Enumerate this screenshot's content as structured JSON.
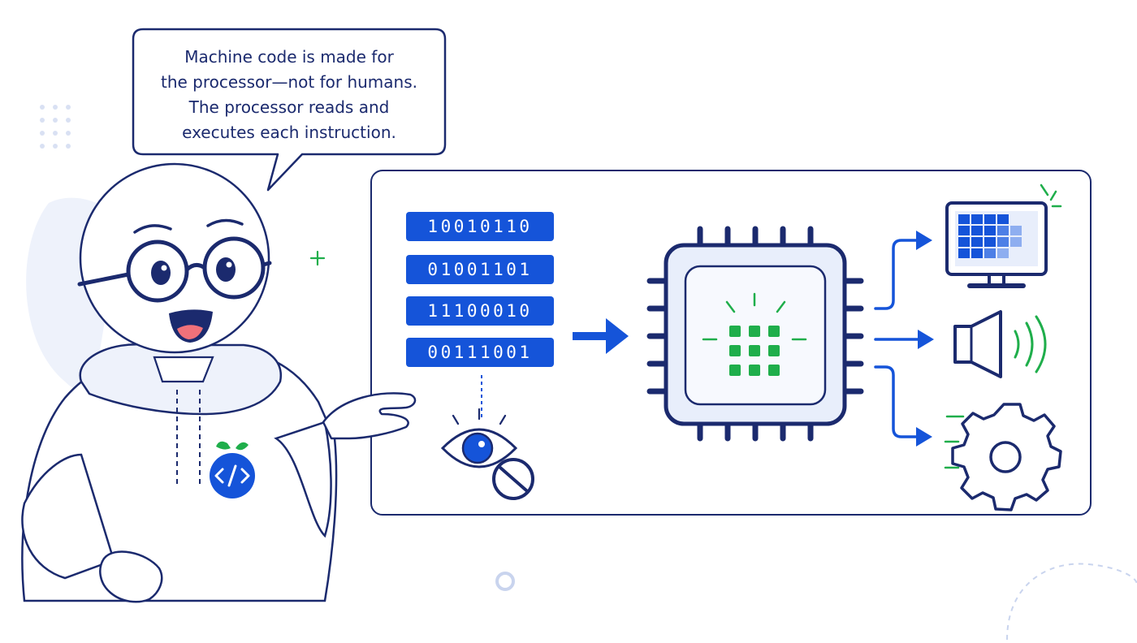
{
  "speech_bubble": {
    "lines": [
      "Machine code is made for",
      "the processor—not for humans.",
      "The processor reads and",
      "executes each instruction."
    ]
  },
  "machine_code": [
    "10010110",
    "01001101",
    "11100010",
    "00111001"
  ],
  "icons": {
    "character": "developer-character-icon",
    "badge": "code-brackets-icon",
    "eye": "eye-icon",
    "no_sign": "prohibited-icon",
    "processor": "cpu-chip-icon",
    "monitor": "monitor-icon",
    "speaker": "speaker-icon",
    "gear": "gear-icon"
  },
  "colors": {
    "navy": "#1b2a6e",
    "blue": "#1554d9",
    "green": "#1fae4b",
    "light_blue": "#e8eefb",
    "chip_fill": "#f3f6fd"
  }
}
